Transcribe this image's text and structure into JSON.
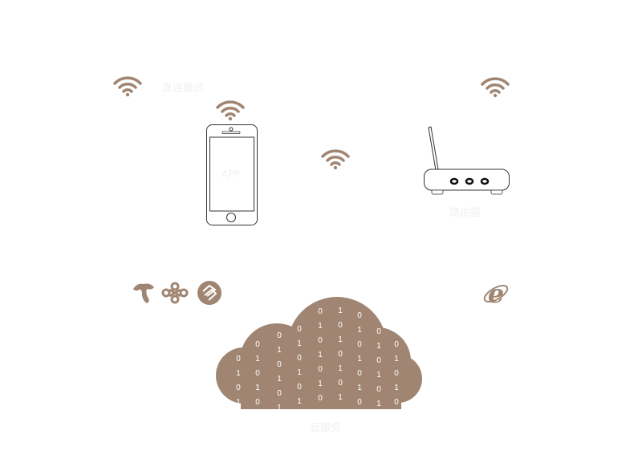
{
  "labels": {
    "direct_mode": "直连模式",
    "app": "APP",
    "router": "路由器",
    "cloud": "云服务"
  },
  "colors": {
    "accent": "#a08672",
    "outline": "#333333",
    "label": "#f2f0ee"
  },
  "icons": [
    "wifi-icon",
    "china-telecom-logo",
    "china-unicom-logo",
    "china-mobile-logo",
    "internet-explorer-icon",
    "smartphone-icon",
    "router-icon",
    "cloud-icon"
  ],
  "cloud_binary": [
    [
      "0",
      "1",
      "0",
      "1"
    ],
    [
      "0",
      "1",
      "0",
      "1",
      "0"
    ],
    [
      "0",
      "1",
      "0",
      "1",
      "0",
      "1"
    ],
    [
      "0",
      "1",
      "0",
      "1",
      "0",
      "1"
    ],
    [
      "0",
      "1",
      "0",
      "1",
      "0",
      "1",
      "0"
    ],
    [
      "1",
      "0",
      "1",
      "0",
      "1",
      "0",
      "1"
    ],
    [
      "0",
      "1",
      "0",
      "1",
      "0",
      "1",
      "0"
    ],
    [
      "0",
      "1",
      "0",
      "1",
      "0",
      "1"
    ],
    [
      "0",
      "1",
      "0",
      "1",
      "0"
    ]
  ]
}
